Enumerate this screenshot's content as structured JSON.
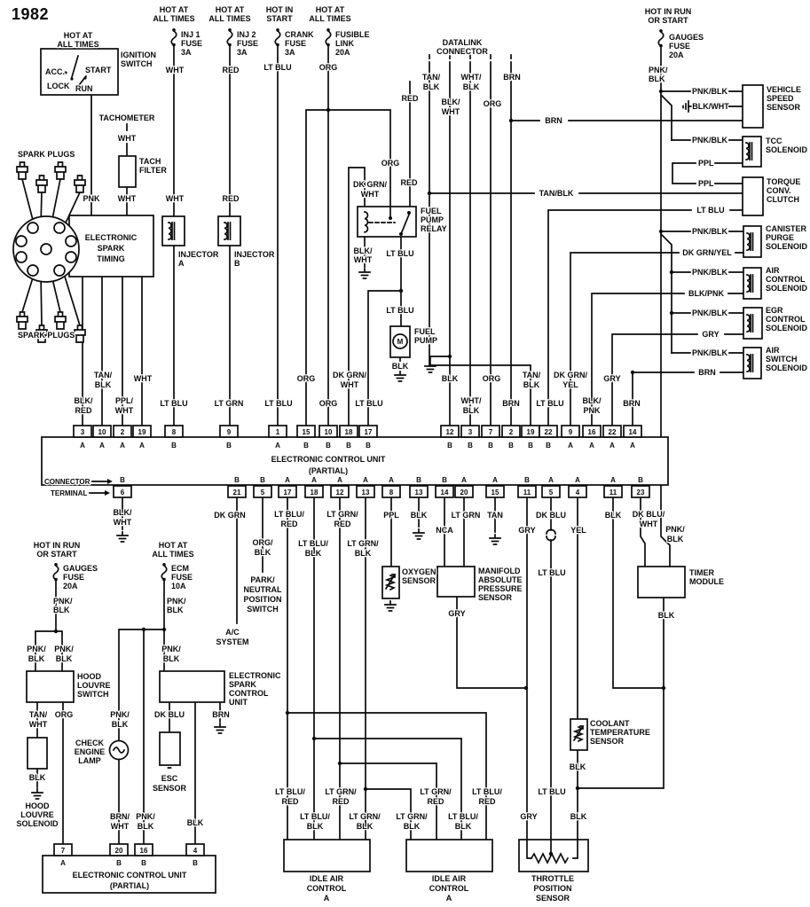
{
  "year": "1982",
  "ignition": {
    "feed": [
      "HOT AT",
      "ALL TIMES"
    ],
    "name": [
      "IGNITION",
      "SWITCH"
    ],
    "acc": "ACC.",
    "lock": "LOCK",
    "start": "START",
    "run": "RUN",
    "out": "PNK"
  },
  "tach": {
    "name": "TACHOMETER",
    "wire_in": "WHT",
    "filter": [
      "TACH",
      "FILTER"
    ],
    "wire_out": "WHT"
  },
  "est": {
    "plugs_top": "SPARK PLUGS",
    "plugs_bot": "SPARK PLUGS",
    "name": [
      "ELECTRONIC",
      "SPARK",
      "TIMING"
    ]
  },
  "inj1": {
    "feed": [
      "HOT AT",
      "ALL TIMES"
    ],
    "fuse": [
      "INJ 1",
      "FUSE",
      "3A"
    ],
    "wire": "WHT",
    "wire2": "WHT",
    "name": [
      "INJECTOR",
      "A"
    ]
  },
  "inj2": {
    "feed": [
      "HOT AT",
      "ALL TIMES"
    ],
    "fuse": [
      "INJ 2",
      "FUSE",
      "3A"
    ],
    "wire": "RED",
    "wire2": "RED",
    "name": [
      "INJECTOR",
      "B"
    ]
  },
  "crank": {
    "feed": [
      "HOT IN",
      "START"
    ],
    "fuse": [
      "CRANK",
      "FUSE",
      "3A"
    ],
    "wire": "LT BLU"
  },
  "fuslink": {
    "feed": [
      "HOT AT",
      "ALL TIMES"
    ],
    "fuse": [
      "FUSIBLE",
      "LINK",
      "20A"
    ],
    "wire": "ORG",
    "to_relay": "ORG"
  },
  "relay": {
    "name": [
      "FUEL",
      "PUMP",
      "RELAY"
    ],
    "red_top": "RED",
    "red": "RED",
    "coil_up": [
      "DK GRN/",
      "WHT"
    ],
    "coil_dn": [
      "BLK/",
      "WHT"
    ],
    "sw_dn": "LT BLU",
    "pump_in": "LT BLU",
    "pump": [
      "FUEL",
      "PUMP"
    ],
    "pump_m": "M",
    "pump_out": "BLK"
  },
  "datalink": {
    "name": [
      "DATALINK",
      "CONNECTOR"
    ],
    "w1": [
      "TAN/",
      "BLK"
    ],
    "w2": [
      "BLK/",
      "WHT"
    ],
    "w3": [
      "WHT/",
      "BLK"
    ],
    "w4": "ORG",
    "w5": "BRN"
  },
  "right": {
    "feed": [
      "HOT IN RUN",
      "OR START"
    ],
    "fuse": [
      "GAUGES",
      "FUSE",
      "20A"
    ],
    "out": [
      "PNK/",
      "BLK"
    ],
    "vss": {
      "p1": "PNK/BLK",
      "p2": "BLK/WHT",
      "p3": "BRN",
      "name": [
        "VEHICLE",
        "SPEED",
        "SENSOR"
      ]
    },
    "tcc": {
      "p1": "PNK/BLK",
      "p2": "PPL",
      "name": [
        "TCC",
        "SOLENOID"
      ]
    },
    "torq": {
      "p1": "PPL",
      "p2": "TAN/BLK",
      "p3": "LT BLU",
      "name": [
        "TORQUE",
        "CONV.",
        "CLUTCH"
      ]
    },
    "canister": {
      "p1": "PNK/BLK",
      "p2": "DK GRN/YEL",
      "name": [
        "CANISTER",
        "PURGE",
        "SOLENOID"
      ]
    },
    "aircontrol": {
      "p1": "PNK/BLK",
      "p2": "BLK/PNK",
      "name": [
        "AIR",
        "CONTROL",
        "SOLENOID"
      ]
    },
    "egr": {
      "p1": "PNK/BLK",
      "p2": "GRY",
      "name": [
        "EGR",
        "CONTROL",
        "SOLENOID"
      ]
    },
    "airswitch": {
      "p1": "PNK/BLK",
      "p2": "BRN",
      "name": [
        "AIR",
        "SWITCH",
        "SOLENOID"
      ]
    }
  },
  "ecu1": {
    "name": "ELECTRONIC CONTROL UNIT",
    "partial": "(PARTIAL)",
    "connector": "CONNECTOR",
    "terminal": "TERMINAL",
    "top": [
      {
        "n": "3",
        "c": "A",
        "w": [
          "BLK/",
          "RED"
        ]
      },
      {
        "n": "10",
        "c": "A",
        "w": [
          "TAN/",
          "BLK"
        ]
      },
      {
        "n": "2",
        "c": "A",
        "w": [
          "PPL/",
          "WHT"
        ]
      },
      {
        "n": "19",
        "c": "A",
        "w": [
          "WHT"
        ]
      },
      {
        "n": "8",
        "c": "B",
        "w": [
          "LT BLU"
        ]
      },
      {
        "n": "9",
        "c": "B",
        "w": [
          "LT GRN"
        ]
      },
      {
        "n": "1",
        "c": "A",
        "w": [
          "LT BLU"
        ]
      },
      {
        "n": "15",
        "c": "B",
        "w": [
          "ORG"
        ]
      },
      {
        "n": "10",
        "c": "B",
        "w": [
          "ORG"
        ]
      },
      {
        "n": "18",
        "c": "B",
        "w": [
          "DK GRN/",
          "WHT"
        ]
      },
      {
        "n": "17",
        "c": "B",
        "w": [
          "LT BLU"
        ]
      },
      {
        "n": "12",
        "c": "B",
        "w": [
          "BLK"
        ]
      },
      {
        "n": "3",
        "c": "B",
        "w": [
          "WHT/",
          "BLK"
        ]
      },
      {
        "n": "7",
        "c": "B",
        "w": [
          "ORG"
        ]
      },
      {
        "n": "2",
        "c": "B",
        "w": [
          "BRN"
        ]
      },
      {
        "n": "19",
        "c": "B",
        "w": [
          "TAN/",
          "BLK"
        ]
      },
      {
        "n": "22",
        "c": "B",
        "w": [
          "LT BLU"
        ]
      },
      {
        "n": "9",
        "c": "A",
        "w": [
          "DK GRN/",
          "YEL"
        ]
      },
      {
        "n": "16",
        "c": "A",
        "w": [
          "BLK/",
          "PNK"
        ]
      },
      {
        "n": "22",
        "c": "A",
        "w": [
          "GRY"
        ]
      },
      {
        "n": "14",
        "c": "A",
        "w": [
          "BRN"
        ]
      }
    ],
    "bottom": [
      {
        "n": "6",
        "c": "B",
        "w": [
          "BLK/",
          "WHT"
        ]
      },
      {
        "n": "21",
        "c": "B",
        "w": [
          "DK GRN"
        ]
      },
      {
        "n": "5",
        "c": "B",
        "w": [
          "ORG/",
          "BLK"
        ]
      },
      {
        "n": "17",
        "c": "A",
        "w": [
          "LT BLU/",
          "RED"
        ]
      },
      {
        "n": "18",
        "c": "A",
        "w": [
          "LT BLU/",
          "BLK"
        ]
      },
      {
        "n": "12",
        "c": "A",
        "w": [
          "LT GRN/",
          "RED"
        ]
      },
      {
        "n": "13",
        "c": "A",
        "w": [
          "LT GRN/",
          "BLK"
        ]
      },
      {
        "n": "8",
        "c": "A",
        "w": [
          "PPL"
        ]
      },
      {
        "n": "13",
        "c": "B",
        "w": [
          "BLK"
        ]
      },
      {
        "n": "14",
        "c": "B",
        "w": [
          "NCA"
        ]
      },
      {
        "n": "20",
        "c": "A",
        "w": [
          "LT GRN"
        ]
      },
      {
        "n": "15",
        "c": "A",
        "w": [
          "TAN"
        ]
      },
      {
        "n": "11",
        "c": "B",
        "w": [
          "GRY"
        ]
      },
      {
        "n": "5",
        "c": "A",
        "w": [
          "DK BLU"
        ]
      },
      {
        "n": "4",
        "c": "A",
        "w": [
          "YEL"
        ]
      },
      {
        "n": "11",
        "c": "A",
        "w": [
          "BLK"
        ]
      },
      {
        "n": "23",
        "c": "B",
        "w": [
          "DK BLU/",
          "WHT"
        ]
      }
    ]
  },
  "below": {
    "ac": [
      "A/C",
      "SYSTEM"
    ],
    "pns": [
      "PARK/",
      "NEUTRAL",
      "POSITION",
      "SWITCH"
    ],
    "lt_blu_mid": "LT BLU",
    "oxygen": [
      "OXYGEN",
      "SENSOR"
    ],
    "map": [
      "MANIFOLD",
      "ABSOLUTE",
      "PRESSURE",
      "SENSOR"
    ],
    "map_out": "GRY",
    "coolant": [
      "COOLANT",
      "TEMPERATURE",
      "SENSOR"
    ],
    "coolant_out": "BLK",
    "timer": [
      "TIMER",
      "MODULE"
    ],
    "timer_feed": [
      "PNK/",
      "BLK"
    ],
    "timer_out": "BLK",
    "iac_w": [
      [
        "LT BLU/",
        "RED"
      ],
      [
        "LT GRN/",
        "RED"
      ],
      [
        "LT GRN/",
        "RED"
      ],
      [
        "LT BLU/",
        "RED"
      ],
      [
        "LT BLU/",
        "BLK"
      ],
      [
        "LT GRN/",
        "BLK"
      ],
      [
        "LT GRN/",
        "BLK"
      ],
      [
        "LT BLU/",
        "BLK"
      ]
    ],
    "iac1": [
      "IDLE AIR",
      "CONTROL",
      "A"
    ],
    "iac2": [
      "IDLE AIR",
      "CONTROL",
      "A"
    ],
    "tps": [
      "THROTTLE",
      "POSITION",
      "SENSOR"
    ],
    "tps_gry": "GRY",
    "tps_blu": "LT BLU",
    "tps_blk": "BLK"
  },
  "bl": {
    "feed1": [
      "HOT IN RUN",
      "OR START"
    ],
    "fuse1": [
      "GAUGES",
      "FUSE",
      "20A"
    ],
    "out1": [
      "PNK/",
      "BLK"
    ],
    "sw_in1": [
      "PNK/",
      "BLK"
    ],
    "sw_in2": [
      "PNK/",
      "BLK"
    ],
    "hls": [
      "HOOD",
      "LOUVRE",
      "SWITCH"
    ],
    "sw_out1": [
      "TAN/",
      "WHT"
    ],
    "sw_out2": "ORG",
    "sol_out": "BLK",
    "hlsol": [
      "HOOD",
      "LOUVRE",
      "SOLENOID"
    ],
    "feed2": [
      "HOT AT",
      "ALL TIMES"
    ],
    "fuse2": [
      "ECM",
      "FUSE",
      "10A"
    ],
    "out2": [
      "PNK/",
      "BLK"
    ],
    "lamp_in": [
      "PNK/",
      "BLK"
    ],
    "lamp": [
      "CHECK",
      "ENGINE",
      "LAMP"
    ],
    "lamp_out": [
      "BRN/",
      "WHT"
    ],
    "w16": [
      "PNK/",
      "BLK"
    ],
    "esc_in": [
      "PNK/",
      "BLK"
    ],
    "escu": [
      "ELECTRONIC",
      "SPARK",
      "CONTROL",
      "UNIT"
    ],
    "esc_s_in": "DK BLU",
    "escs": [
      "ESC",
      "SENSOR"
    ],
    "esc_brn": "BRN",
    "esc_blk": "BLK"
  },
  "ecu2": {
    "name": "ELECTRONIC CONTROL UNIT",
    "partial": "(PARTIAL)",
    "t": [
      {
        "n": "7",
        "c": "A"
      },
      {
        "n": "20",
        "c": "B"
      },
      {
        "n": "16",
        "c": "B"
      },
      {
        "n": "4",
        "c": "B"
      }
    ]
  }
}
